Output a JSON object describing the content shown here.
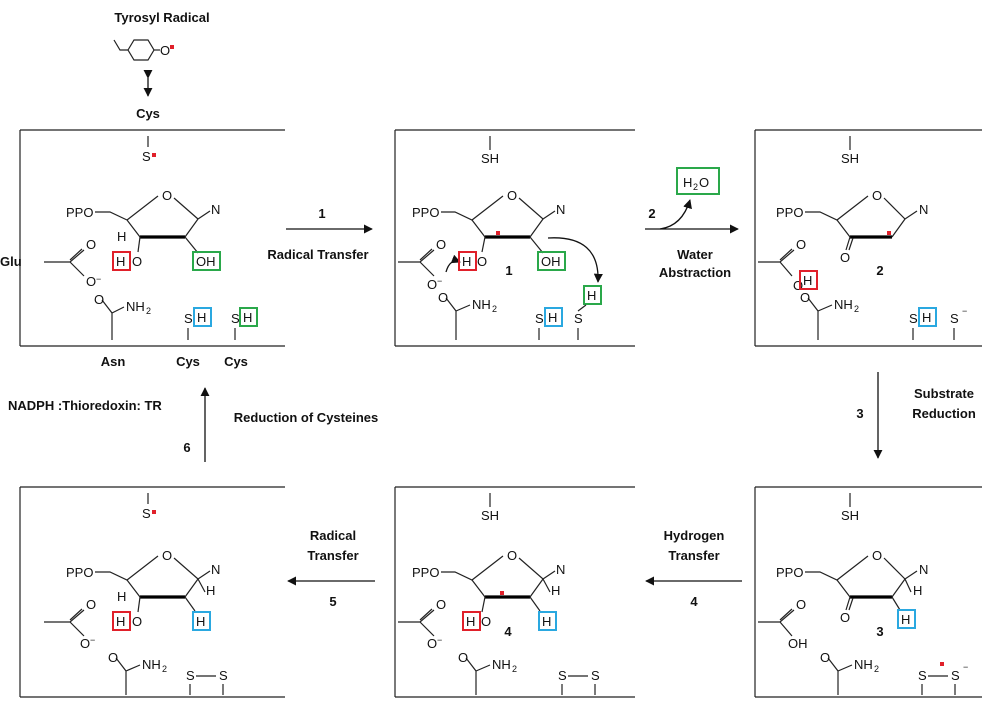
{
  "header": {
    "tyrosyl_label": "Tyrosyl Radical",
    "cys_label": "Cys"
  },
  "panels": {
    "p0": {
      "top_group": "S",
      "glu": "Glu",
      "asn": "Asn",
      "cys1": "Cys",
      "cys2": "Cys"
    },
    "p1": {
      "top_group": "SH",
      "number": "1"
    },
    "p2": {
      "top_group": "SH",
      "number": "2"
    },
    "p3": {
      "top_group": "SH",
      "number": "3"
    },
    "p4": {
      "top_group": "SH",
      "number": "4"
    },
    "p5": {
      "top_group": "S"
    }
  },
  "chem": {
    "ppo": "PPO",
    "n": "N",
    "h": "H",
    "o": "O",
    "oh": "OH",
    "minus": "−",
    "sh": "SH",
    "s": "S",
    "nh2": "NH",
    "sub2": "2",
    "h2o_h": "H",
    "h2o_o": "O"
  },
  "steps": {
    "s1": {
      "num": "1",
      "label": "Radical Transfer"
    },
    "s2": {
      "num": "2",
      "label1": "Water",
      "label2": "Abstraction"
    },
    "s3": {
      "num": "3",
      "label1": "Substrate",
      "label2": "Reduction"
    },
    "s4": {
      "num": "4",
      "label1": "Hydrogen",
      "label2": "Transfer"
    },
    "s5": {
      "num": "5",
      "label1": "Radical",
      "label2": "Transfer"
    },
    "s6": {
      "num": "6",
      "label": "Reduction of Cysteines",
      "side": "NADPH :Thioredoxin: TR"
    }
  },
  "colors": {
    "red": "#e0202a",
    "green": "#2aa84a",
    "blue": "#2aa8e0"
  }
}
